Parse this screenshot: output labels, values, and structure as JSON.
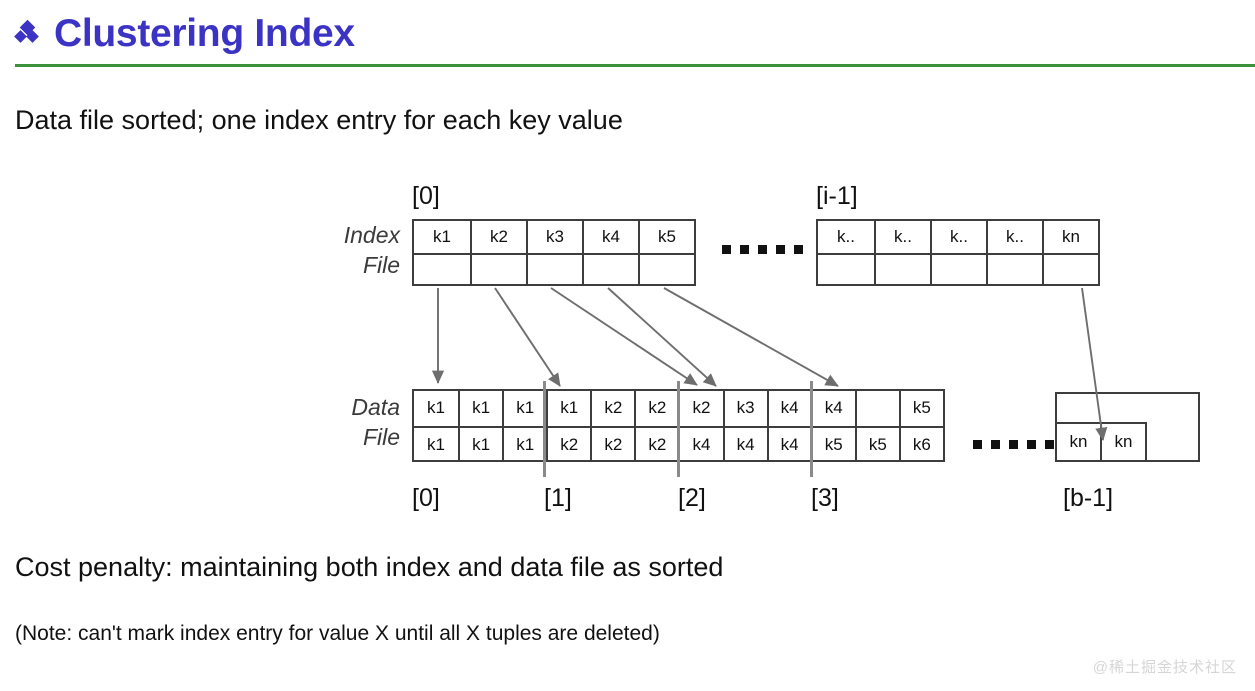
{
  "slide": {
    "title": "Clustering Index",
    "bullet_icon": "diamond-bullet-icon",
    "title_color": "#3b33c4",
    "rule_color": "#3c903c",
    "intro_line": "Data file sorted; one index entry for each key value",
    "cost_line": "Cost penalty: maintaining both index and data file as sorted",
    "note_line": "(Note: can't mark index entry for value X until all X tuples are deleted)",
    "watermark": "@稀土掘金技术社区"
  },
  "labels": {
    "index_file": "Index\nFile",
    "index_file_l1": "Index",
    "index_file_l2": "File",
    "data_file_l1": "Data",
    "data_file_l2": "File"
  },
  "colors": {
    "k1": "#111111",
    "k2": "#d2521f",
    "k3": "#4a7a2a",
    "k4": "#2a5fa8",
    "k5": "#111111",
    "k6": "#111111",
    "kn": "#111111",
    "border": "#3d3d3d",
    "separator": "#8a8a8a",
    "arrow": "#6e6e6e"
  },
  "index_file": {
    "first_block_caption": "[0]",
    "last_block_caption": "[i-1]",
    "first_block_keys": [
      "k1",
      "k2",
      "k3",
      "k4",
      "k5"
    ],
    "first_block_key_colors": [
      "k1",
      "k2",
      "k3",
      "k4",
      "k5"
    ],
    "first_block_empty_row": [
      "",
      "",
      "",
      "",
      ""
    ],
    "last_block_keys": [
      "k..",
      "k..",
      "k..",
      "k..",
      "kn"
    ],
    "last_block_empty_row": [
      "",
      "",
      "",
      "",
      ""
    ],
    "ellipsis": "....."
  },
  "data_file": {
    "row1": [
      "k1",
      "k1",
      "k1",
      "k1",
      "k2",
      "k2",
      "k2",
      "k3",
      "k4",
      "k4",
      "",
      "k5"
    ],
    "row1_colors": [
      "k1",
      "k1",
      "k1",
      "k1",
      "k2",
      "k2",
      "k2",
      "k3",
      "k4",
      "k4",
      "k1",
      "k5"
    ],
    "row2": [
      "k1",
      "k1",
      "k1",
      "k2",
      "k2",
      "k2",
      "k4",
      "k4",
      "k4",
      "k5",
      "k5",
      "k6"
    ],
    "row2_colors": [
      "k1",
      "k1",
      "k1",
      "k2",
      "k2",
      "k2",
      "k4",
      "k4",
      "k4",
      "k5",
      "k5",
      "k6"
    ],
    "block_captions": [
      "[0]",
      "[1]",
      "[2]",
      "[3]"
    ],
    "last_block_caption": "[b-1]",
    "last_block_keys": [
      "kn",
      "kn"
    ],
    "ellipsis": "....."
  }
}
